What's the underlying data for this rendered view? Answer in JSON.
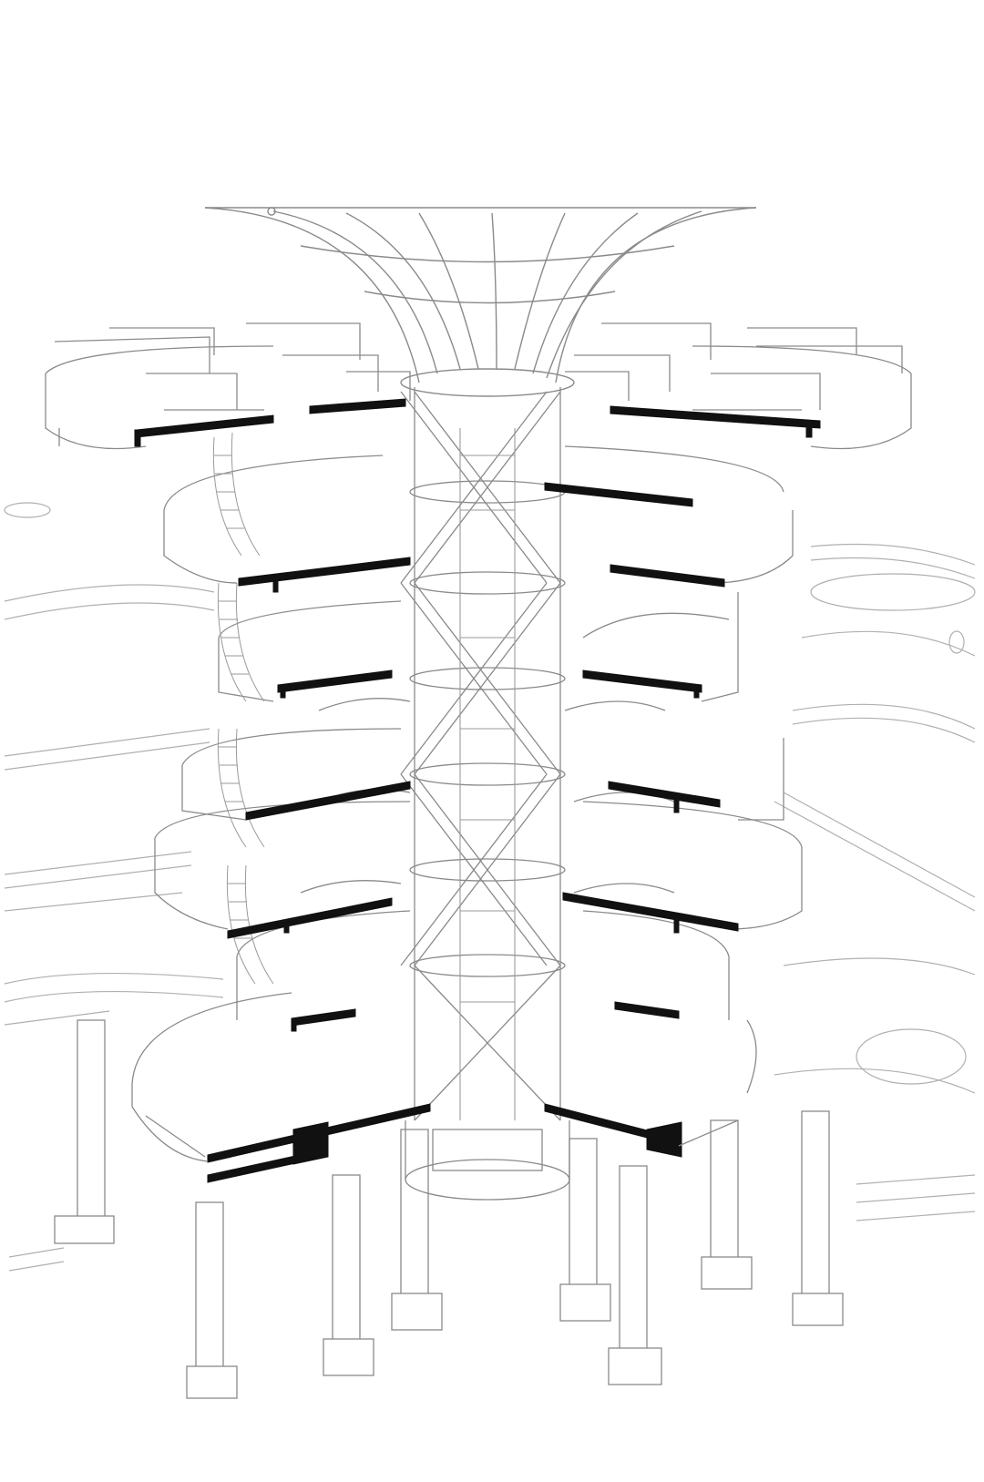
{
  "drawing": {
    "kind": "axonometric-section",
    "background_color": "#ffffff",
    "line_color": "#8a8a8a",
    "section_fill_color": "#000000",
    "has_text": false,
    "elements": [
      "roof-canopy-funnel",
      "central-diagrid-core",
      "inner-cylinder-core",
      "circular-floor-levels",
      "spiral-staircase",
      "section-cut-slabs",
      "support-columns",
      "column-footings",
      "curved-ramps",
      "surrounding-walkways",
      "ground-entry-platform"
    ]
  }
}
